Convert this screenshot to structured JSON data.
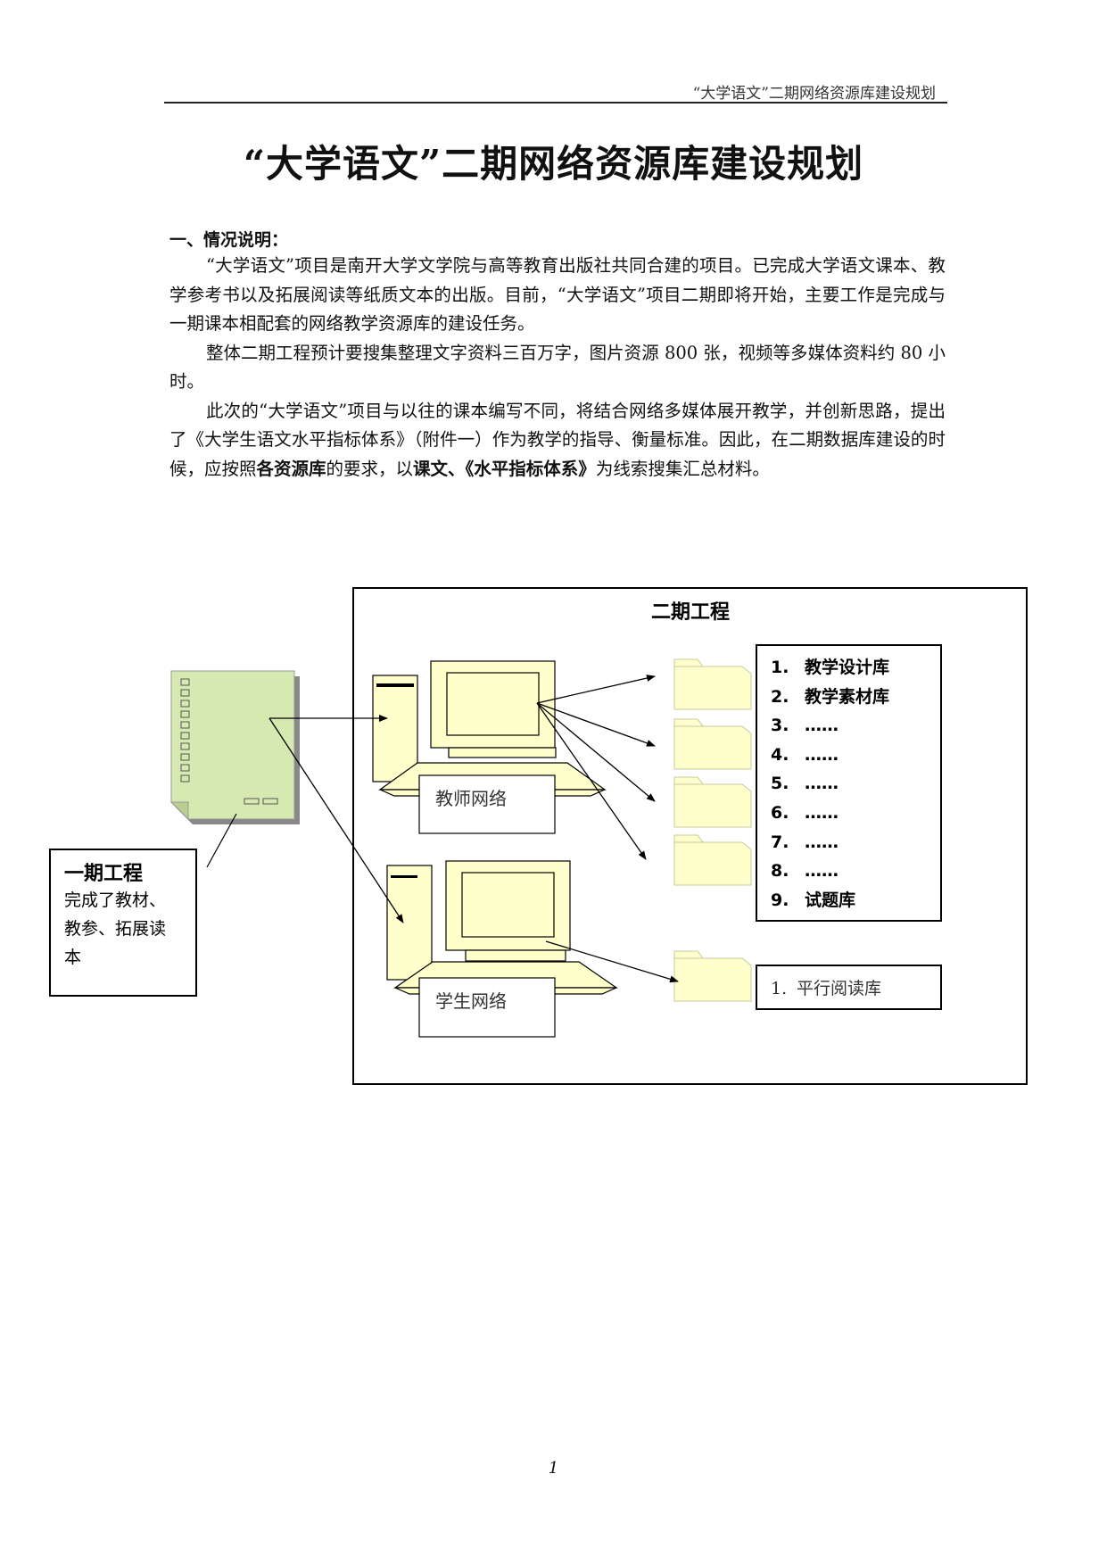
{
  "header": {
    "running_title": "“大学语文”二期网络资源库建设规划"
  },
  "title": "“大学语文”二期网络资源库建设规划",
  "section1": {
    "heading": "一、情况说明：",
    "p1": "“大学语文”项目是南开大学文学院与高等教育出版社共同合建的项目。已完成大学语文课本、教学参考书以及拓展阅读等纸质文本的出版。目前，“大学语文”项目二期即将开始，主要工作是完成与一期课本相配套的网络教学资源库的建设任务。",
    "p2": "整体二期工程预计要搜集整理文字资料三百万字，图片资源 800 张，视频等多媒体资料约 80 小时。",
    "p3": {
      "part1": "此次的“大学语文”项目与以往的课本编写不同，将结合网络多媒体展开教学，并创新思路，提出了《大学生语文水平指标体系》（附件一）作为教学的指导、衡量标准。因此，在二期数据库建设的时候，应按照",
      "bold1": "各资源库",
      "part2": "的要求，以",
      "bold2": "课文、《水平指标体系》",
      "part3": "为线索搜集汇总材料。"
    }
  },
  "diagram": {
    "phase2_title": "二期工程",
    "phase1": {
      "title": "一期工程",
      "desc_lines": [
        "完成了教材、",
        "教参、拓展读",
        "本"
      ]
    },
    "teacher_label": "教师网络",
    "student_label": "学生网络",
    "teacher_list": [
      {
        "num": "1.",
        "text": "教学设计库"
      },
      {
        "num": "2.",
        "text": "教学素材库"
      },
      {
        "num": "3.",
        "text": "……"
      },
      {
        "num": "4.",
        "text": "……"
      },
      {
        "num": "5.",
        "text": "……"
      },
      {
        "num": "6.",
        "text": "……"
      },
      {
        "num": "7.",
        "text": "……"
      },
      {
        "num": "8.",
        "text": "……"
      },
      {
        "num": "9.",
        "text": "试题库"
      }
    ],
    "student_list": [
      {
        "num": "1.",
        "text": "平行阅读库"
      }
    ],
    "colors": {
      "folder_fill": "#ffffcc",
      "computer_fill": "#ffffcc",
      "document_fill": "#d6e9b0",
      "line": "#000000"
    }
  },
  "footer": {
    "page_number": "1"
  }
}
